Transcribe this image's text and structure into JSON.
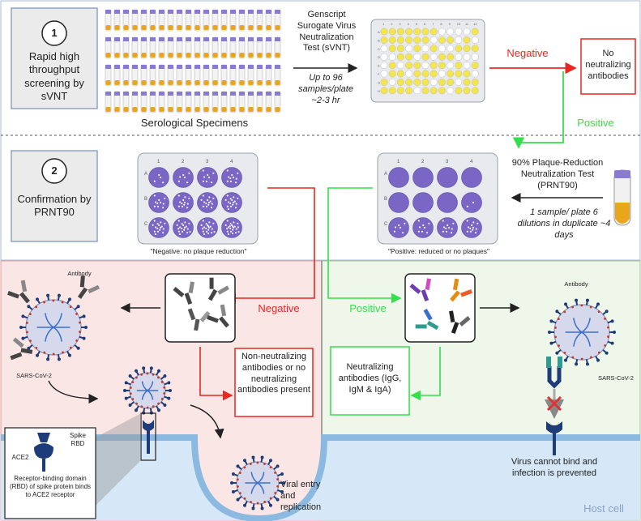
{
  "step1": {
    "number": "1",
    "label": "Rapid high throughput screening by sVNT",
    "specimens_caption": "Serological Specimens",
    "test_name": "Genscript Surogate Virus Neutralization Test (sVNT)",
    "throughput": "Up to 96 samples/plate ~2-3 hr",
    "negative_label": "Negative",
    "negative_result": "No neutralizing antibodies",
    "positive_label": "Positive",
    "plate_columns": [
      "1",
      "2",
      "3",
      "4",
      "5",
      "6",
      "7",
      "8",
      "9",
      "10",
      "11",
      "12"
    ],
    "plate_rows": [
      "A",
      "B",
      "C",
      "D",
      "E",
      "F",
      "G",
      "H"
    ]
  },
  "step2": {
    "number": "2",
    "label": "Confirmation by PRNT90",
    "test_name": "90% Plaque-Reduction Neutralization Test (PRNT90)",
    "protocol": "1 sample/ plate 6 dilutions in duplicate ~4 days",
    "plate_columns": [
      "1",
      "2",
      "3",
      "4"
    ],
    "plate_rows": [
      "A",
      "B",
      "C"
    ],
    "negative_caption": "\"Negative: no plaque reduction\"",
    "positive_caption": "\"Positive: reduced or no plaques\""
  },
  "bottom": {
    "antibody_label_left": "Antibody",
    "virus_label_left": "SARS-CoV-2",
    "negative_label": "Negative",
    "nonneutralizing_box": "Non-neutralizing antibodies or no neutralizing antibodies present",
    "positive_label": "Positive",
    "neutralizing_box": "Neutralizing antibodies (IgG, IgM & IgA)",
    "antibody_label_right": "Antibody",
    "virus_label_right": "SARS-CoV-2",
    "inset_spike": "Spike RBD",
    "inset_ace2": "ACE2",
    "inset_caption": "Receptor-binding domain (RBD) of spike protein binds to ACE2 receptor",
    "viral_entry": "Viral entry and replication",
    "blocked_text": "Virus cannot bind and infection is prevented",
    "host_cell": "Host cell"
  },
  "colors": {
    "negative": "#e8271f",
    "positive": "#33e04a",
    "step_box_fill": "#ebebeb",
    "step_box_border": "#8fa3c8",
    "pink_panel": "#fbe6e6",
    "green_panel": "#eef7e9",
    "host_cell": "#d6e7f7",
    "membrane": "#8bb9e0",
    "plate_well_yellow": "#f4e64a",
    "plaque_purple": "#7a66c4"
  }
}
